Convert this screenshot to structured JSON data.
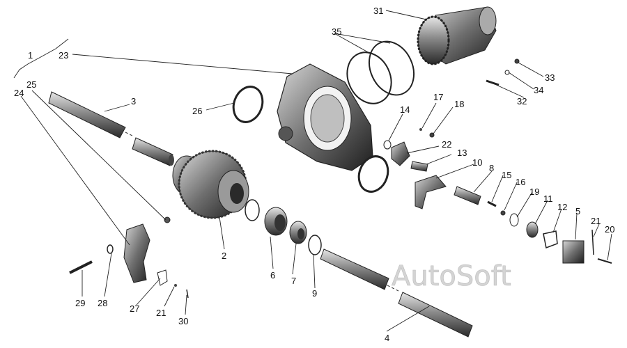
{
  "watermark": "AutoSoft",
  "labels": {
    "n1": "1",
    "n2": "2",
    "n3": "3",
    "n4": "4",
    "n5": "5",
    "n6": "6",
    "n7": "7",
    "n8": "8",
    "n9": "9",
    "n10": "10",
    "n11": "11",
    "n12": "12",
    "n13": "13",
    "n14": "14",
    "n15": "15",
    "n16": "16",
    "n17": "17",
    "n18": "18",
    "n19": "19",
    "n20": "20",
    "n21a": "21",
    "n21b": "21",
    "n22": "22",
    "n23": "23",
    "n24": "24",
    "n25": "25",
    "n26": "26",
    "n27": "27",
    "n28": "28",
    "n29": "29",
    "n30": "30",
    "n31": "31",
    "n32": "32",
    "n33": "33",
    "n34": "34",
    "n35": "35"
  }
}
